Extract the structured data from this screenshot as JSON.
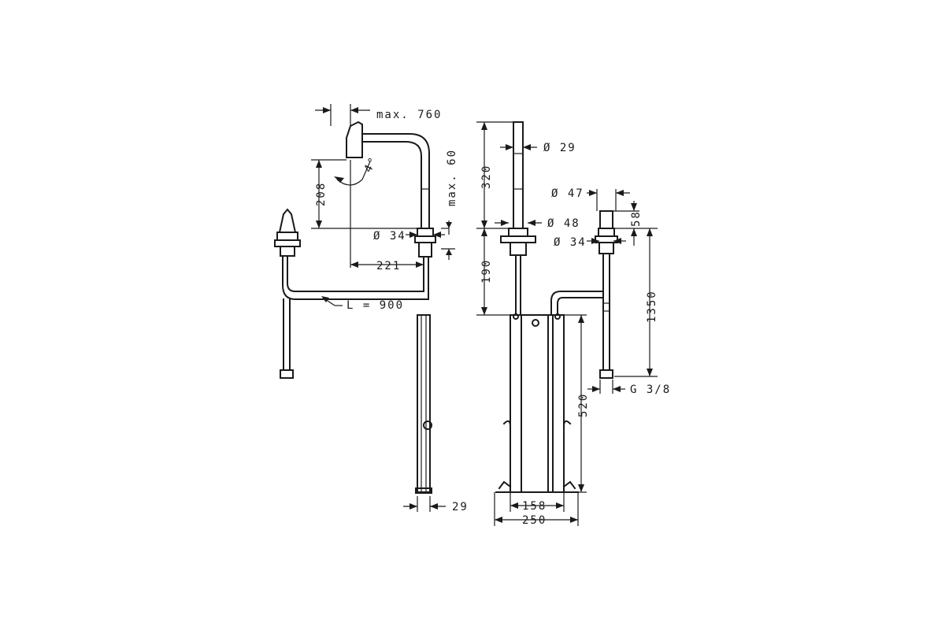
{
  "labels": {
    "max760": "max. 760",
    "max60": "max. 60",
    "h208": "208",
    "angle4": "4°",
    "d34_left": "Ø 34",
    "w221": "221",
    "L900": "L = 900",
    "w29_bottom": "29",
    "h320": "320",
    "d29": "Ø 29",
    "d47": "Ø 47",
    "h58": "58",
    "d48": "Ø 48",
    "d34_right": "Ø 34",
    "h190": "190",
    "h1350": "1350",
    "G38": "G 3/8",
    "h520": "520",
    "w158": "158",
    "w250": "250"
  },
  "colors": {
    "line": "#1a1a1a",
    "background": "#ffffff"
  }
}
